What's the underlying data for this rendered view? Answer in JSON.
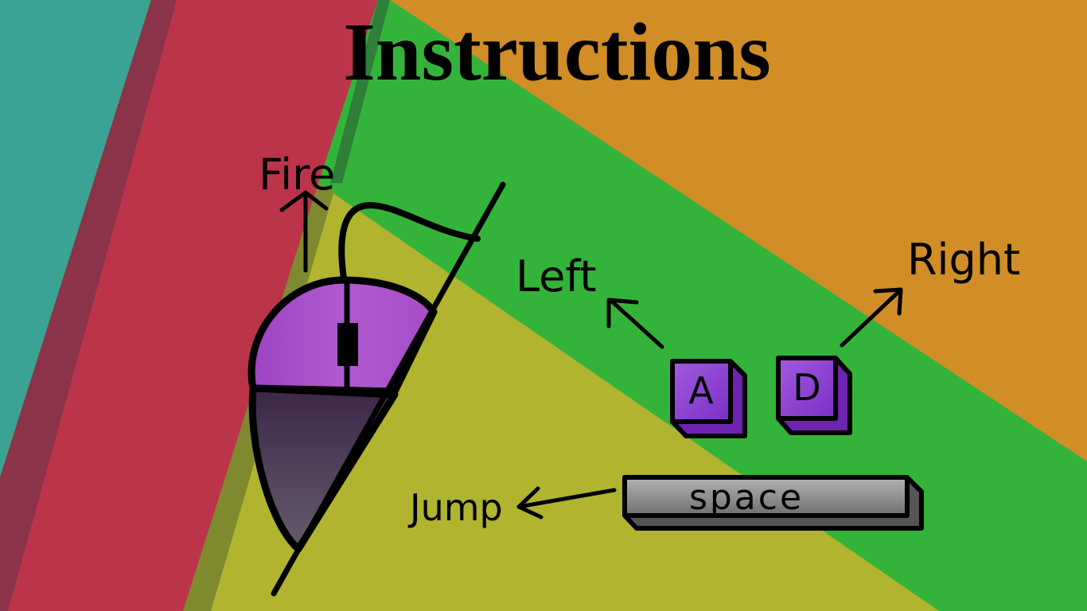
{
  "screen": {
    "title": "Instructions"
  },
  "controls": {
    "fire_label": "Fire",
    "left_label": "Left",
    "right_label": "Right",
    "jump_label": "Jump",
    "key_left": "A",
    "key_right": "D",
    "key_jump": "space"
  },
  "icons": {
    "mouse": "mouse-icon",
    "left_key": "keycap-a-icon",
    "right_key": "keycap-d-icon",
    "space_key": "spacebar-icon"
  },
  "colors": {
    "teal": "#3aa393",
    "red": "#bb344a",
    "orange": "#d18d26",
    "green": "#34b33a",
    "olive": "#b0b42f",
    "mouse_purple": "#a950c9",
    "mouse_dark": "#3d2a48",
    "key_purple": "#8c3ad6",
    "space_gray": "#8a8a8a"
  }
}
